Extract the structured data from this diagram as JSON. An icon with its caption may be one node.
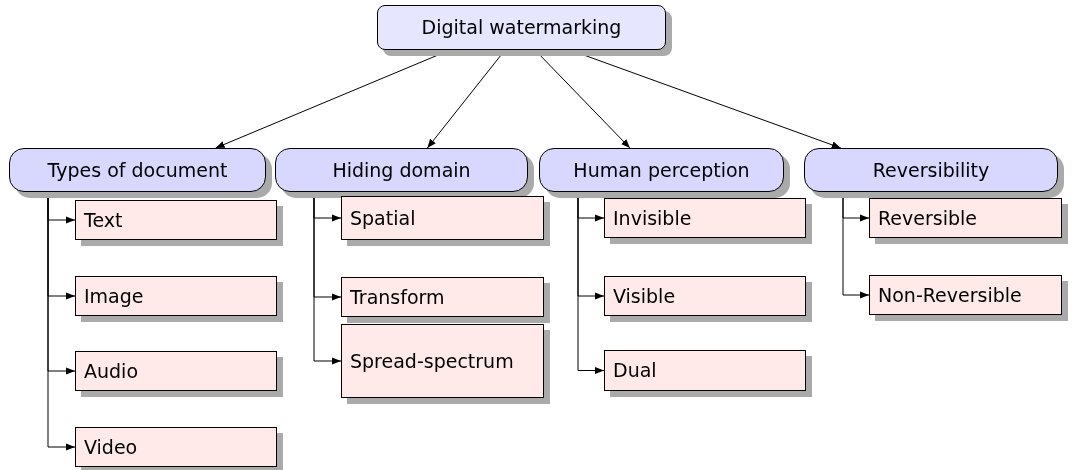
{
  "diagram": {
    "nodes": [
      {
        "text": [
          "Digital watermarking"
        ]
      },
      {
        "text": [
          "Types of document"
        ]
      },
      {
        "text": [
          "Text"
        ]
      },
      {
        "text": [
          "Image"
        ]
      },
      {
        "text": [
          "Audio"
        ]
      },
      {
        "text": [
          "Video"
        ]
      },
      {
        "text": [
          "Hiding domain"
        ]
      },
      {
        "text": [
          "Spatial"
        ]
      },
      {
        "text": [
          "Transform"
        ]
      },
      {
        "text": [
          "Spread-spectrum"
        ]
      },
      {
        "text": [
          "Human perception"
        ]
      },
      {
        "text": [
          "Invisible"
        ]
      },
      {
        "text": [
          "Visible"
        ]
      },
      {
        "text": [
          "Dual"
        ]
      },
      {
        "text": [
          "Reversibility"
        ]
      },
      {
        "text": [
          "Reversible"
        ]
      },
      {
        "text": [
          "Non-Reversible"
        ]
      }
    ],
    "edges": [
      {
        "from": 0,
        "to": 1,
        "arrow": "to"
      },
      {
        "from": 0,
        "to": 6,
        "arrow": "to"
      },
      {
        "from": 0,
        "to": 10,
        "arrow": "to"
      },
      {
        "from": 0,
        "to": 14,
        "arrow": "to"
      },
      {
        "from": 1,
        "to": 2,
        "arrow": "to"
      },
      {
        "from": 1,
        "to": 3,
        "arrow": "to"
      },
      {
        "from": 1,
        "to": 4,
        "arrow": "to"
      },
      {
        "from": 1,
        "to": 5,
        "arrow": "to"
      },
      {
        "from": 6,
        "to": 7,
        "arrow": "to"
      },
      {
        "from": 6,
        "to": 8,
        "arrow": "to"
      },
      {
        "from": 6,
        "to": 9,
        "arrow": "to"
      },
      {
        "from": 10,
        "to": 11,
        "arrow": "to"
      },
      {
        "from": 10,
        "to": 12,
        "arrow": "to"
      },
      {
        "from": 10,
        "to": 13,
        "arrow": "to"
      },
      {
        "from": 14,
        "to": 15,
        "arrow": "to"
      },
      {
        "from": 14,
        "to": 16,
        "arrow": "to"
      }
    ]
  }
}
